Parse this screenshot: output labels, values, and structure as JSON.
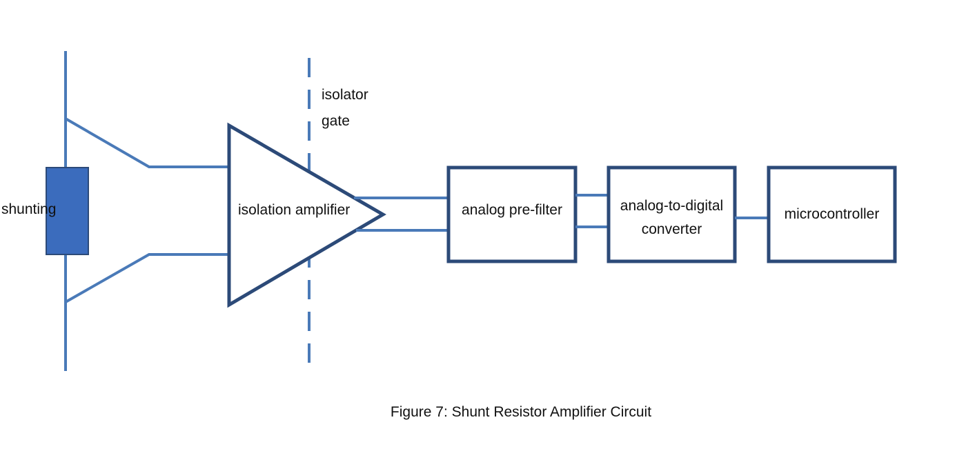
{
  "colors": {
    "wire": "#4a7ab8",
    "block_outline": "#2c4a78",
    "shunt_fill": "#3b6cbd",
    "text": "#111111"
  },
  "labels": {
    "shunt": "shunting",
    "isolator_line1": "isolator",
    "isolator_line2": "gate",
    "amplifier": "isolation amplifier",
    "prefilter": "analog pre-filter",
    "adc_line1": "analog-to-digital",
    "adc_line2": "converter",
    "mcu": "microcontroller"
  },
  "caption": "Figure 7: Shunt Resistor Amplifier Circuit"
}
